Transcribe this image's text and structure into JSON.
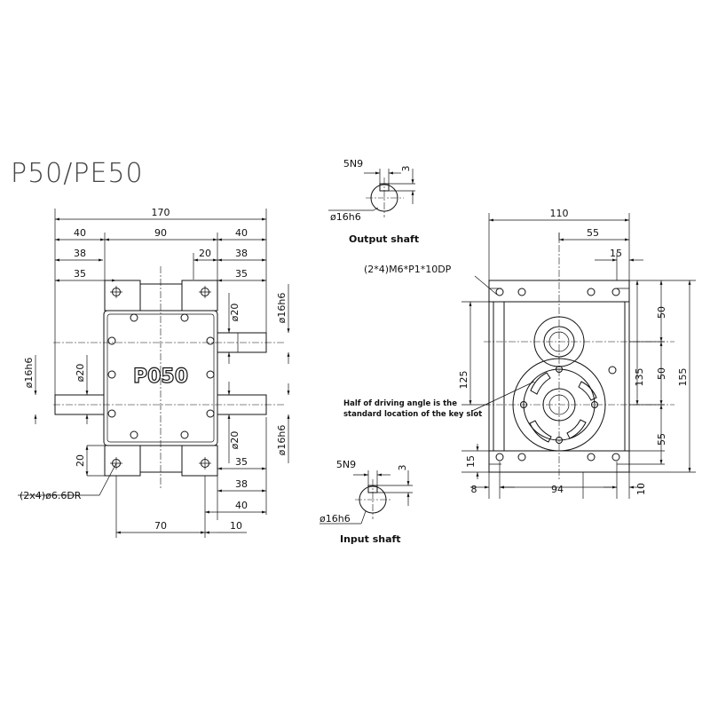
{
  "title": "P50/PE50",
  "model_label": "P050",
  "output_shaft": {
    "label": "Output shaft",
    "key_width": "5N9",
    "key_depth": "3",
    "diameter": "ø16h6"
  },
  "input_shaft": {
    "label": "Input shaft",
    "key_width": "5N9",
    "key_depth": "3",
    "diameter": "ø16h6"
  },
  "note_key_slot": [
    "Half of driving angle is the",
    "standard location of the key slot"
  ],
  "front_view": {
    "dims": {
      "overall": "170",
      "left_40": "40",
      "middle_90": "90",
      "right_40": "40",
      "left_38": "38",
      "top_20": "20",
      "right_38": "38",
      "left_35": "35",
      "right_35": "35",
      "shaft_dia_20_upper": "ø20",
      "shaft_dia_16_upper": "ø16h6",
      "shaft_dia_16_left": "ø16h6",
      "shaft_dia_20_left": "ø20",
      "shaft_dia_20_lower": "ø20",
      "shaft_dia_16_lower": "ø16h6",
      "bottom_20": "20",
      "bottom_35": "35",
      "bottom_38": "38",
      "bottom_40": "40",
      "hole_spec": "(2x4)ø6.6DR",
      "bottom_70": "70",
      "bottom_10": "10"
    }
  },
  "side_view": {
    "dims": {
      "overall_110": "110",
      "offset_55": "55",
      "edge_15_top": "15",
      "tap_spec": "(2*4)M6*P1*10DP",
      "height_125": "125",
      "height_135": "135",
      "height_155": "155",
      "v_50_top": "50",
      "v_50_mid": "50",
      "v_55": "55",
      "v_15": "15",
      "bottom_8": "8",
      "bottom_94": "94",
      "bottom_10": "10"
    }
  }
}
